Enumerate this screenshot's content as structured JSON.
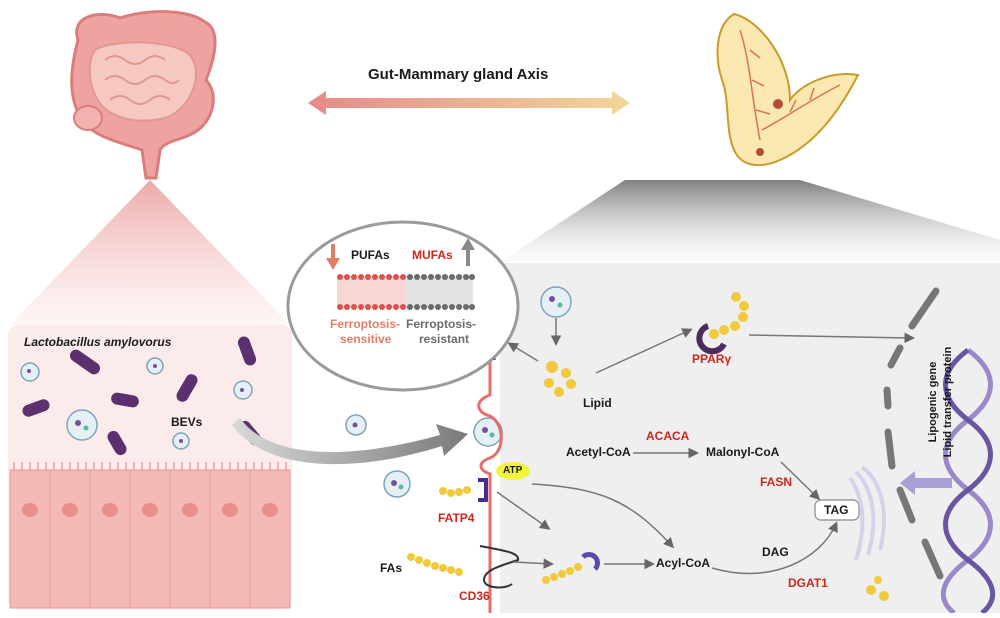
{
  "colors": {
    "red": "#c8281e",
    "salmon": "#e07d66",
    "purple": "#5c2f6e",
    "yellow": "#f1c93c",
    "membrane": "#e96c6c",
    "panel": "#efefef"
  },
  "axis": {
    "title": "Gut-Mammary gland Axis"
  },
  "gut": {
    "bacterium": "Lactobacillus amylovorus",
    "bevs": "BEVs"
  },
  "ferroptosis": {
    "pufas": "PUFAs",
    "mufas": "MUFAs",
    "sensitive_line1": "Ferroptosis-",
    "sensitive_line2": "sensitive",
    "resistant_line1": "Ferroptosis-",
    "resistant_line2": "resistant"
  },
  "cell": {
    "lipid": "Lipid",
    "ppar": "PPARγ",
    "acetyl_coa": "Acetyl-CoA",
    "acaca": "ACACA",
    "malonyl_coa": "Malonyl-CoA",
    "fasn": "FASN",
    "tag": "TAG",
    "atp": "ATP",
    "fatp4": "FATP4",
    "fas": "FAs",
    "cd36": "CD36",
    "acyl_coa": "Acyl-CoA",
    "dag": "DAG",
    "dgat1": "DGAT1",
    "gene_line1": "Lipogenic gene",
    "gene_line2": "Lipid transfer protein"
  }
}
